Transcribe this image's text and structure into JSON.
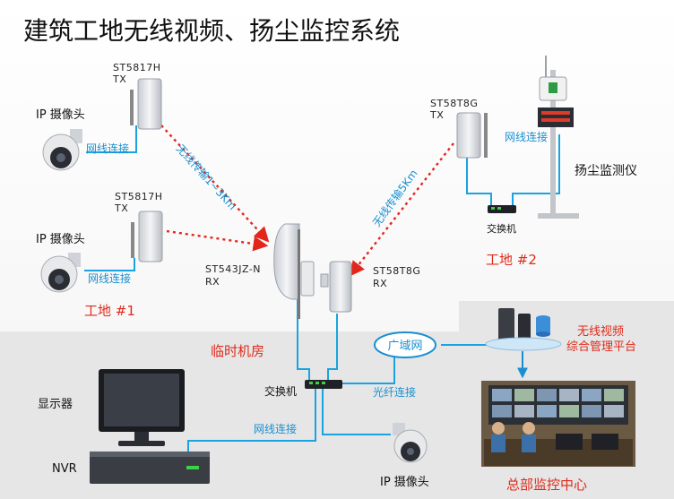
{
  "title": "建筑工地无线视频、扬尘监控系统",
  "site1": {
    "tx_top_model": "ST5817H",
    "tx_top_role": "TX",
    "tx_bottom_model": "ST5817H",
    "tx_bottom_role": "TX",
    "camera_top_label": "IP 摄像头",
    "camera_bottom_label": "IP 摄像头",
    "wire_top_label": "网线连接",
    "wire_bottom_label": "网线连接",
    "wireless_label": "无线传输1~3Km",
    "site_name": "工地 #1"
  },
  "site2": {
    "tx_model": "ST58T8G",
    "tx_role": "TX",
    "wire_label": "网线连接",
    "dust_label": "扬尘监测仪",
    "switch_label": "交换机",
    "wireless_label": "无线传输5Km",
    "site_name": "工地 #2"
  },
  "receivers": {
    "rx1_model": "ST543JZ-N",
    "rx1_role": "RX",
    "rx2_model": "ST58T8G",
    "rx2_role": "RX"
  },
  "room": {
    "name": "临时机房",
    "switch_label": "交换机",
    "wan_label": "广域网",
    "fiber_label": "光纤连接",
    "wire_label": "网线连接",
    "monitor_label": "显示器",
    "nvr_label": "NVR",
    "camera_label": "IP 摄像头"
  },
  "hq": {
    "platform_line1": "无线视频",
    "platform_line2": "综合管理平台",
    "center_label": "总部监控中心"
  },
  "colors": {
    "wire": "#1aa3e0",
    "wireless": "#e3261c",
    "panel": "#e6e6e6"
  }
}
